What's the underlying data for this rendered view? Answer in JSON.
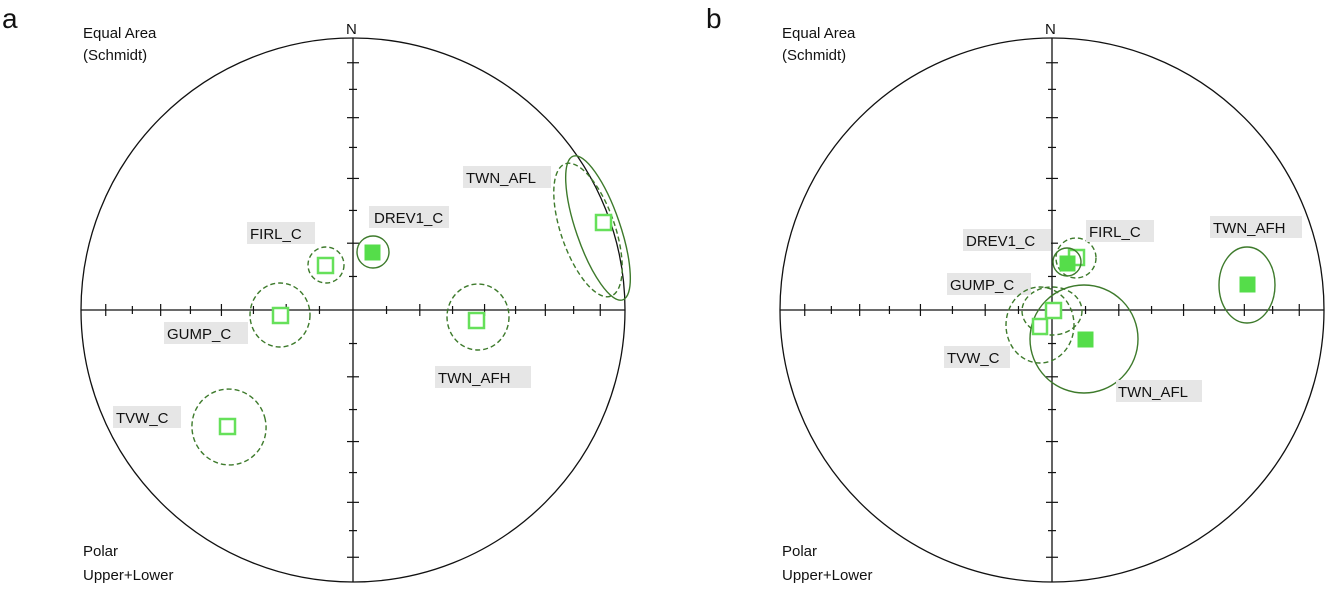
{
  "panels": [
    {
      "letter": "a",
      "projection_line1": "Equal Area",
      "projection_line2": "(Schmidt)",
      "north_label": "N",
      "polar_line1": "Polar",
      "polar_line2": "Upper+Lower",
      "sites": [
        {
          "label": "TWN_AFL",
          "fill": "open",
          "cone": "both"
        },
        {
          "label": "DREV1_C",
          "fill": "filled",
          "cone": "solid"
        },
        {
          "label": "FIRL_C",
          "fill": "open",
          "cone": "dashed"
        },
        {
          "label": "GUMP_C",
          "fill": "open",
          "cone": "dashed"
        },
        {
          "label": "TWN_AFH",
          "fill": "open",
          "cone": "dashed"
        },
        {
          "label": "TVW_C",
          "fill": "open",
          "cone": "dashed"
        }
      ]
    },
    {
      "letter": "b",
      "projection_line1": "Equal Area",
      "projection_line2": "(Schmidt)",
      "north_label": "N",
      "polar_line1": "Polar",
      "polar_line2": "Upper+Lower",
      "sites": [
        {
          "label": "DREV1_C",
          "fill": "filled",
          "cone": "solid"
        },
        {
          "label": "FIRL_C",
          "fill": "open",
          "cone": "dashed"
        },
        {
          "label": "TWN_AFH",
          "fill": "filled",
          "cone": "solid"
        },
        {
          "label": "GUMP_C",
          "fill": "open",
          "cone": "dashed"
        },
        {
          "label": "TVW_C",
          "fill": "open",
          "cone": "dashed"
        },
        {
          "label": "TWN_AFL",
          "fill": "filled",
          "cone": "solid"
        }
      ]
    }
  ],
  "colors": {
    "mean_marker": "#66e05a",
    "cone": "#3d7a2b",
    "label_background": "#e6e6e6",
    "net": "#111111"
  }
}
